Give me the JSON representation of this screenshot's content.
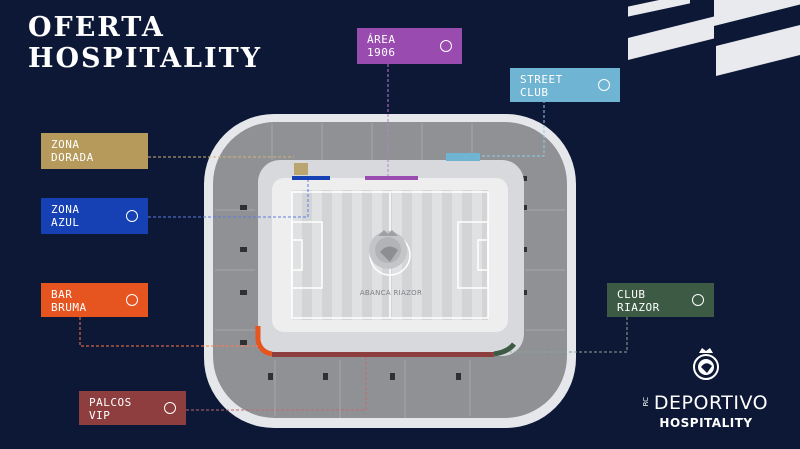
{
  "header": {
    "title_line1": "OFERTA",
    "title_line2": "HOSPITALITY"
  },
  "pitch": {
    "sponsor_text": "ABANCA RIAZOR"
  },
  "zones": [
    {
      "id": "area-1906",
      "line1": "ÁREA",
      "line2": "1906",
      "color": "#9a4bb0"
    },
    {
      "id": "street-club",
      "line1": "STREET",
      "line2": "CLUB",
      "color": "#6fb4d2"
    },
    {
      "id": "zona-dorada",
      "line1": "ZONA",
      "line2": "DORADA",
      "color": "#b59a5c"
    },
    {
      "id": "zona-azul",
      "line1": "ZONA",
      "line2": "AZUL",
      "color": "#1541b4"
    },
    {
      "id": "bar-bruma",
      "line1": "BAR",
      "line2": "BRUMA",
      "color": "#e65420"
    },
    {
      "id": "club-riazor",
      "line1": "CLUB",
      "line2": "RIAZOR",
      "color": "#3c5a44"
    },
    {
      "id": "palcos-vip",
      "line1": "PALCOS",
      "line2": "VIP",
      "color": "#8e3e3e"
    }
  ],
  "brand": {
    "prefix": "RC",
    "name": "DEPORTIVO",
    "subtitle": "HOSPITALITY",
    "crest_icon": "deportivo-crest-icon"
  }
}
